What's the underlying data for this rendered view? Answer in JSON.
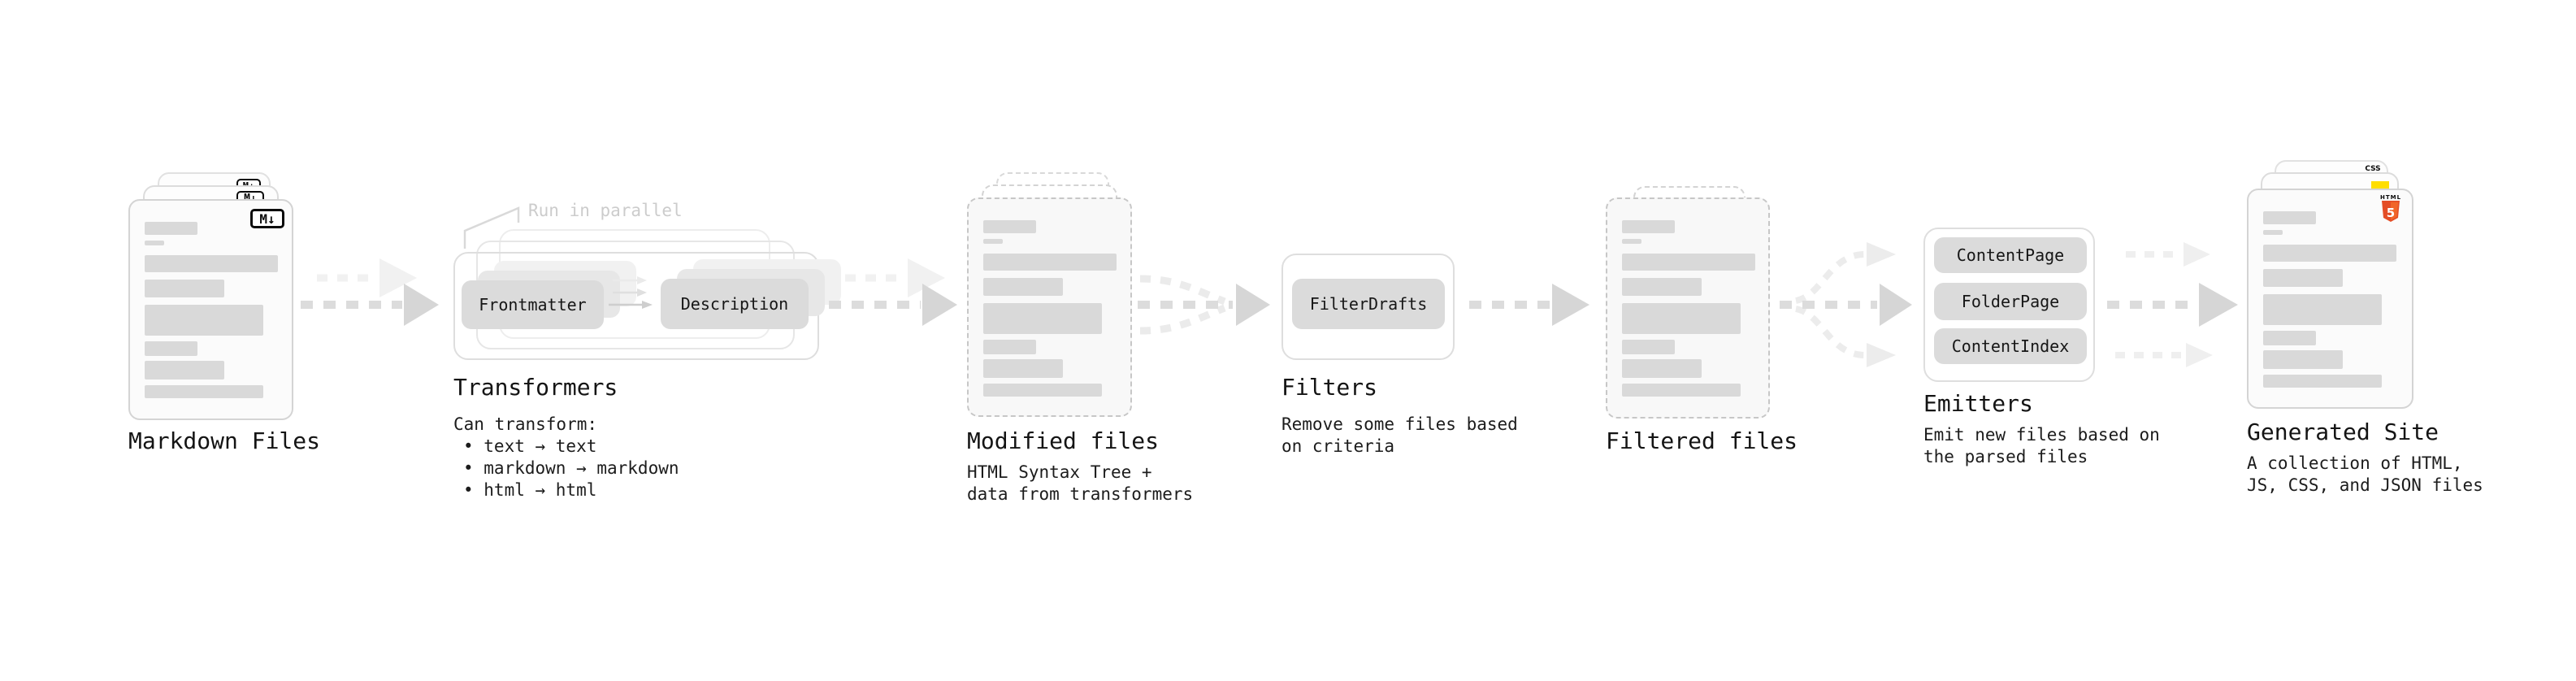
{
  "diagram": {
    "stages": {
      "markdown": {
        "label": "Markdown Files",
        "badge": "M↓"
      },
      "transformers": {
        "label": "Transformers",
        "annotation": "Run in parallel",
        "pill_left": "Frontmatter",
        "pill_right": "Description",
        "notes": [
          "Can transform:",
          "• text → text",
          "• markdown → markdown",
          "• html → html"
        ]
      },
      "modified": {
        "label": "Modified files",
        "notes": [
          "HTML Syntax Tree +",
          "data from transformers"
        ]
      },
      "filters": {
        "label": "Filters",
        "pill": "FilterDrafts",
        "notes": [
          "Remove some files based",
          "on criteria"
        ]
      },
      "filtered": {
        "label": "Filtered files"
      },
      "emitters": {
        "label": "Emitters",
        "pills": [
          "ContentPage",
          "FolderPage",
          "ContentIndex"
        ],
        "notes": [
          "Emit new files based on",
          "the parsed files"
        ]
      },
      "generated": {
        "label": "Generated Site",
        "badge_css": "CSS",
        "badge_html": "HTML",
        "badge_html5": "5",
        "notes": [
          "A collection of HTML,",
          "JS, CSS, and JSON files"
        ]
      }
    },
    "colors": {
      "html5_orange": "#e44d26",
      "html5_orange_light": "#f16529",
      "js_yellow": "#ffde00",
      "css_blue": "#264de4"
    }
  }
}
